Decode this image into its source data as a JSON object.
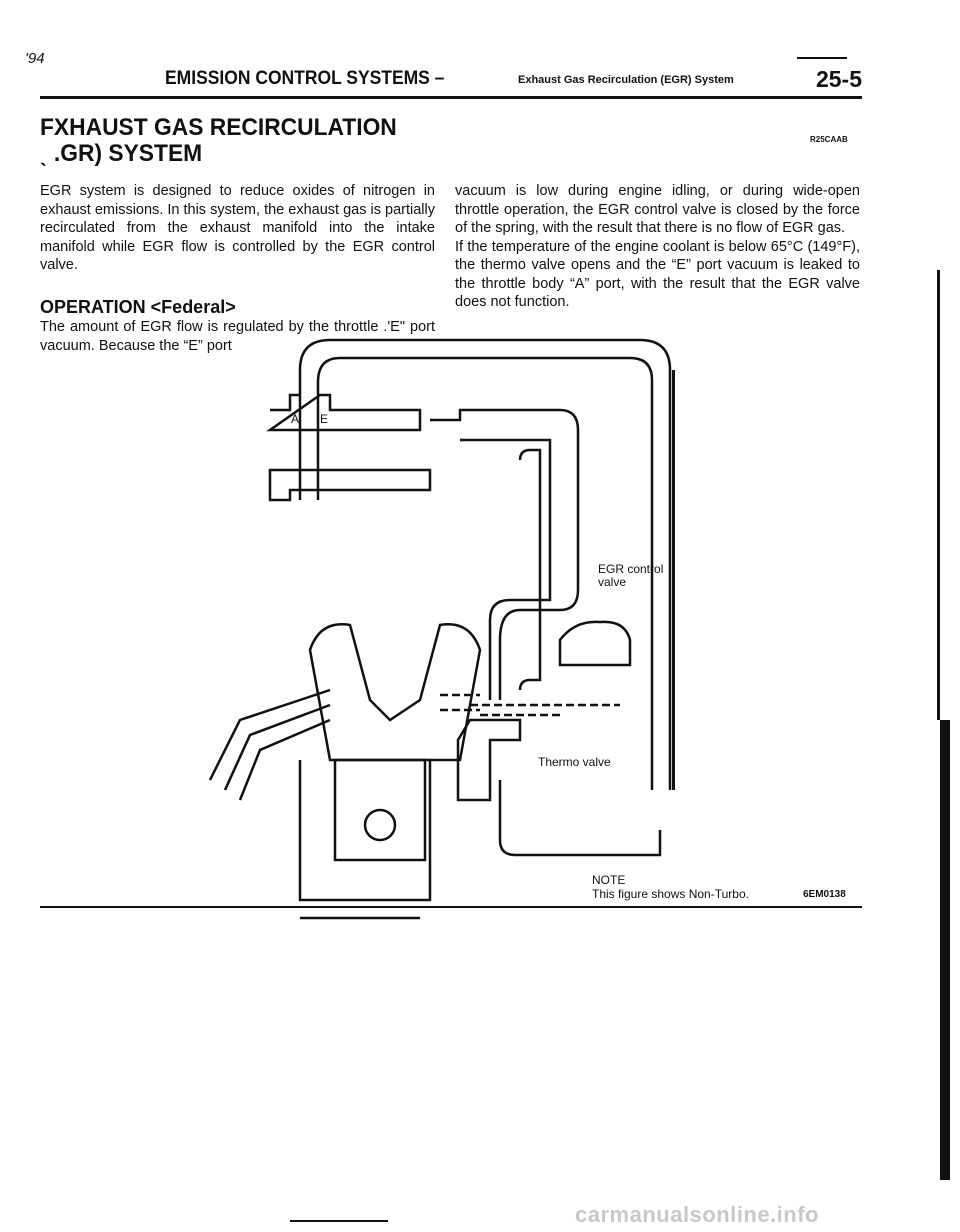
{
  "corner_mark": "'94",
  "header": {
    "section": "EMISSION CONTROL SYSTEMS –",
    "subsection": "Exhaust Gas Recirculation (EGR) System",
    "page": "25-5"
  },
  "title": {
    "line1": "FXHAUST GAS RECIRCULATION",
    "line2": "ˎ .GR) SYSTEM",
    "code": "R25CAAB"
  },
  "left_column": {
    "intro": "EGR system is designed to reduce oxides of nitrogen in exhaust emissions. In this system, the exhaust gas is partially recirculated from the exhaust manifold into the intake manifold while EGR flow is controlled by the EGR control valve.",
    "operation_heading": "OPERATION <Federal>",
    "operation_text": "The amount of EGR flow is regulated by the throttle .'E\" port vacuum. Because the “E” port"
  },
  "right_column": {
    "para1": "vacuum is low during engine idling, or during wide-open throttle operation, the EGR control valve is closed by the force of the spring, with the result that there is no flow of EGR gas.",
    "para2": "If the temperature of the engine coolant is below 65°C (149°F), the thermo valve opens and the “E” port vacuum is leaked to the throttle body “A” port, with the result that the EGR valve does not function."
  },
  "diagram": {
    "port_a": "A",
    "port_e": "E",
    "egr_valve_label": "EGR control valve",
    "thermo_label": "Thermo valve"
  },
  "note": {
    "label": "NOTE",
    "text": "This figure shows Non-Turbo."
  },
  "figure_code": "6EM0138",
  "watermark": "carmanualsonline.info"
}
